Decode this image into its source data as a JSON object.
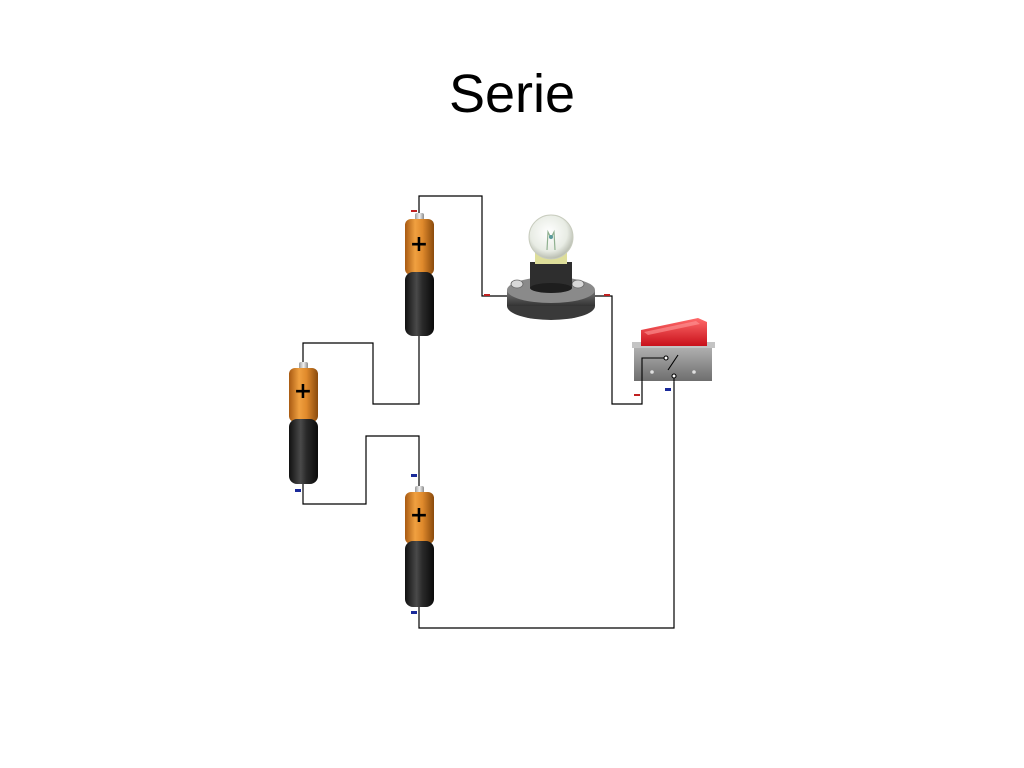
{
  "slide": {
    "title": "Serie"
  },
  "circuit": {
    "components": [
      {
        "type": "battery",
        "id": "battery-top",
        "terminal_label": "+"
      },
      {
        "type": "battery",
        "id": "battery-left",
        "terminal_label": "+"
      },
      {
        "type": "battery",
        "id": "battery-bottom",
        "terminal_label": "+"
      },
      {
        "type": "lamp",
        "id": "light-bulb"
      },
      {
        "type": "switch",
        "id": "rocker-switch"
      }
    ],
    "colors": {
      "battery_top": "#e08a2c",
      "battery_body": "#2a2a2a",
      "wire": "#000000",
      "switch_rocker": "#e8202a",
      "switch_housing": "#8c8c8c",
      "positive_marker": "#c02020",
      "negative_marker": "#1a2a9a"
    }
  }
}
